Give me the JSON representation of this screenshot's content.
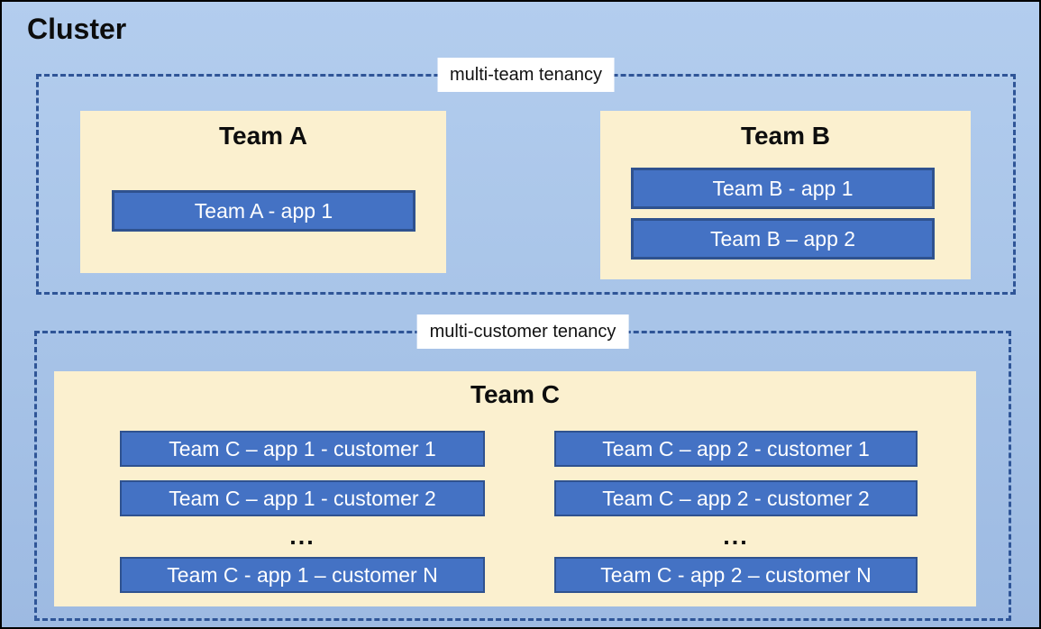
{
  "colors": {
    "background_blue": "#a8c4e8",
    "dashed_border": "#2f5597",
    "team_box_fill": "#fbf0cf",
    "app_box_fill": "#4472c4",
    "app_box_border": "#2f528f",
    "app_text": "#ffffff",
    "title_text": "#0d0d0d",
    "label_background": "#ffffff",
    "outer_border": "#000000"
  },
  "cluster": {
    "title": "Cluster",
    "sections": [
      {
        "label": "multi-team tenancy",
        "teams": [
          {
            "name": "Team A",
            "apps": [
              "Team A - app 1"
            ]
          },
          {
            "name": "Team B",
            "apps": [
              "Team B - app 1",
              "Team B – app 2"
            ]
          }
        ]
      },
      {
        "label": "multi-customer tenancy",
        "teams": [
          {
            "name": "Team C",
            "columns": [
              {
                "apps": [
                  "Team C – app 1 - customer 1",
                  "Team C – app 1 - customer 2"
                ],
                "ellipsis": "...",
                "last_app": "Team C - app 1 – customer N"
              },
              {
                "apps": [
                  "Team C – app 2 - customer 1",
                  "Team C – app 2 - customer 2"
                ],
                "ellipsis": "...",
                "last_app": "Team C - app 2 – customer N"
              }
            ]
          }
        ]
      }
    ]
  }
}
